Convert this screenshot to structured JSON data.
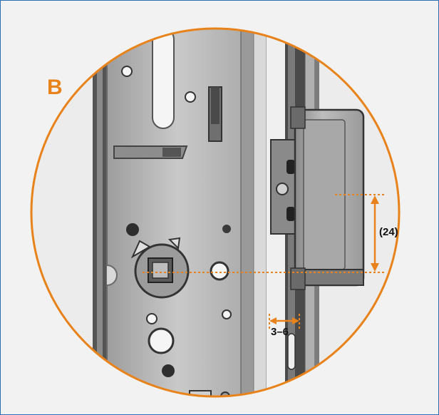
{
  "figure": {
    "panel_label": "B",
    "dimension_height": "(24)",
    "dimension_gap": "3–6"
  },
  "colors": {
    "accent": "#e8821a",
    "border": "#2a6fb8",
    "background": "#f2f2f2",
    "metal": "#b9b9b9",
    "dark_metal": "#4a4a4a"
  },
  "icons": {
    "circle": "magnifier-circle",
    "lock": "lock-mechanism"
  }
}
